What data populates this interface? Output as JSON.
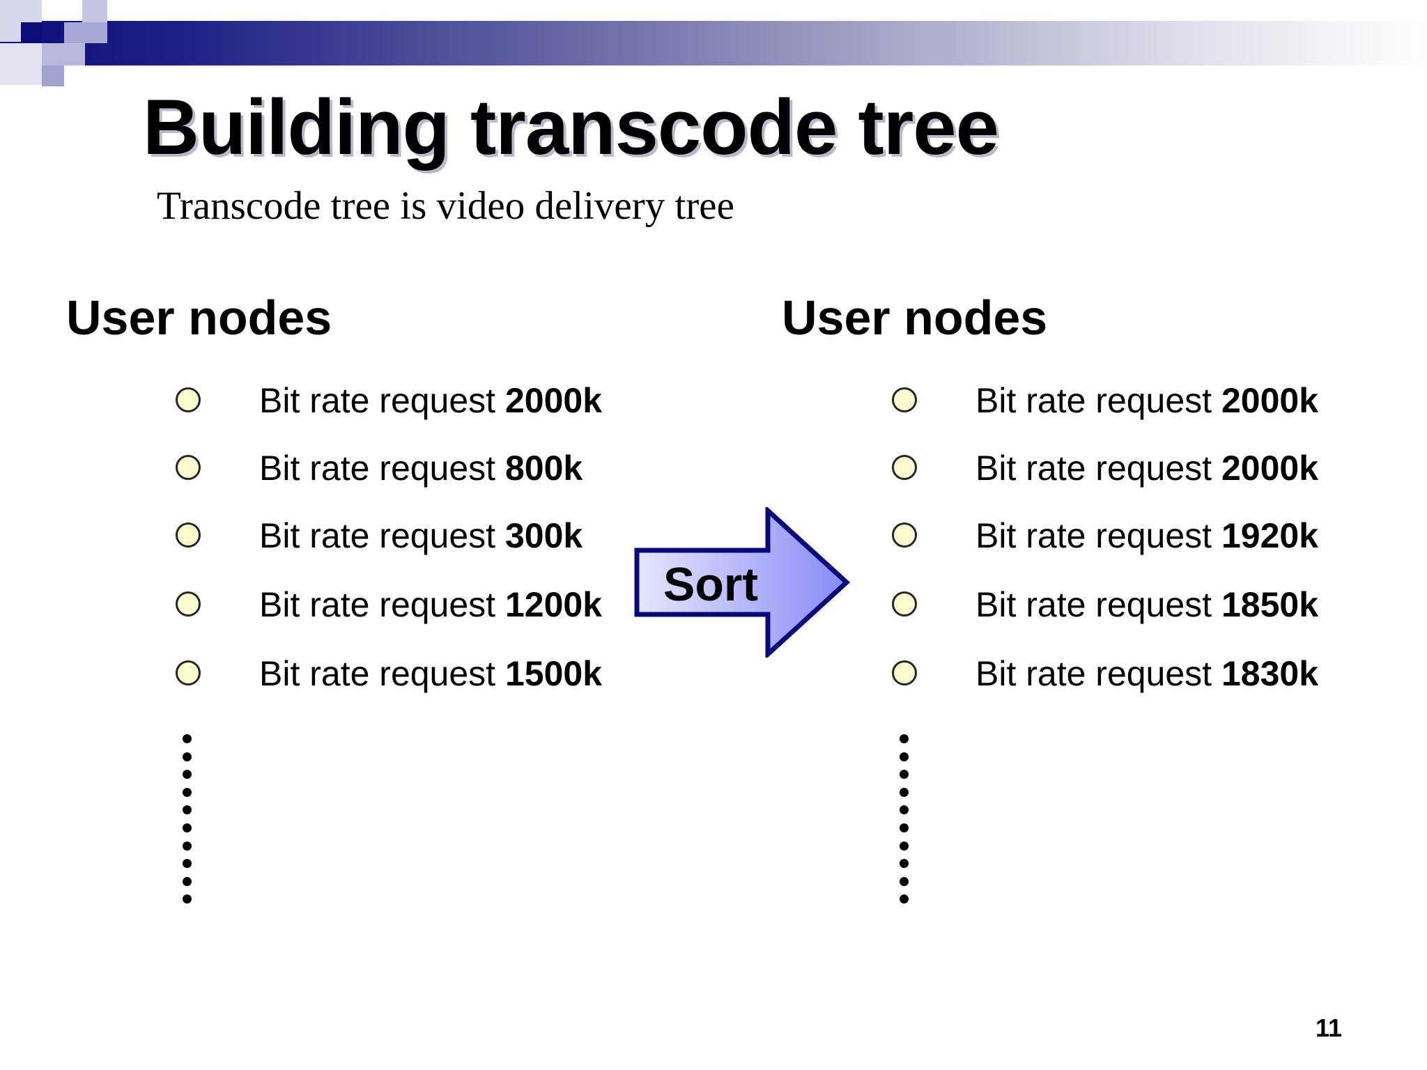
{
  "slide": {
    "title": "Building transcode tree",
    "subtitle": "Transcode tree is video delivery tree",
    "page_number": "11"
  },
  "left": {
    "heading": "User nodes",
    "items": [
      {
        "prefix": "Bit rate request ",
        "value": "2000k"
      },
      {
        "prefix": "Bit rate request ",
        "value": "800k"
      },
      {
        "prefix": "Bit rate request ",
        "value": "300k"
      },
      {
        "prefix": "Bit rate request ",
        "value": "1200k"
      },
      {
        "prefix": "Bit rate request ",
        "value": "1500k"
      }
    ]
  },
  "arrow": {
    "label": "Sort"
  },
  "right": {
    "heading": "User nodes",
    "items": [
      {
        "prefix": "Bit rate request ",
        "value": "2000k"
      },
      {
        "prefix": "Bit rate request ",
        "value": "2000k"
      },
      {
        "prefix": "Bit rate request ",
        "value": "1920k"
      },
      {
        "prefix": "Bit rate request ",
        "value": "1850k"
      },
      {
        "prefix": "Bit rate request ",
        "value": "1830k"
      }
    ]
  },
  "colors": {
    "banner_dark": "#0e0e78",
    "banner_mid": "#5a5a9e",
    "node_fill": "#fbfbcf",
    "arrow_border": "#0a0a7a",
    "arrow_fill_light": "#e6e6ff",
    "arrow_fill_dark": "#8a8af5"
  }
}
